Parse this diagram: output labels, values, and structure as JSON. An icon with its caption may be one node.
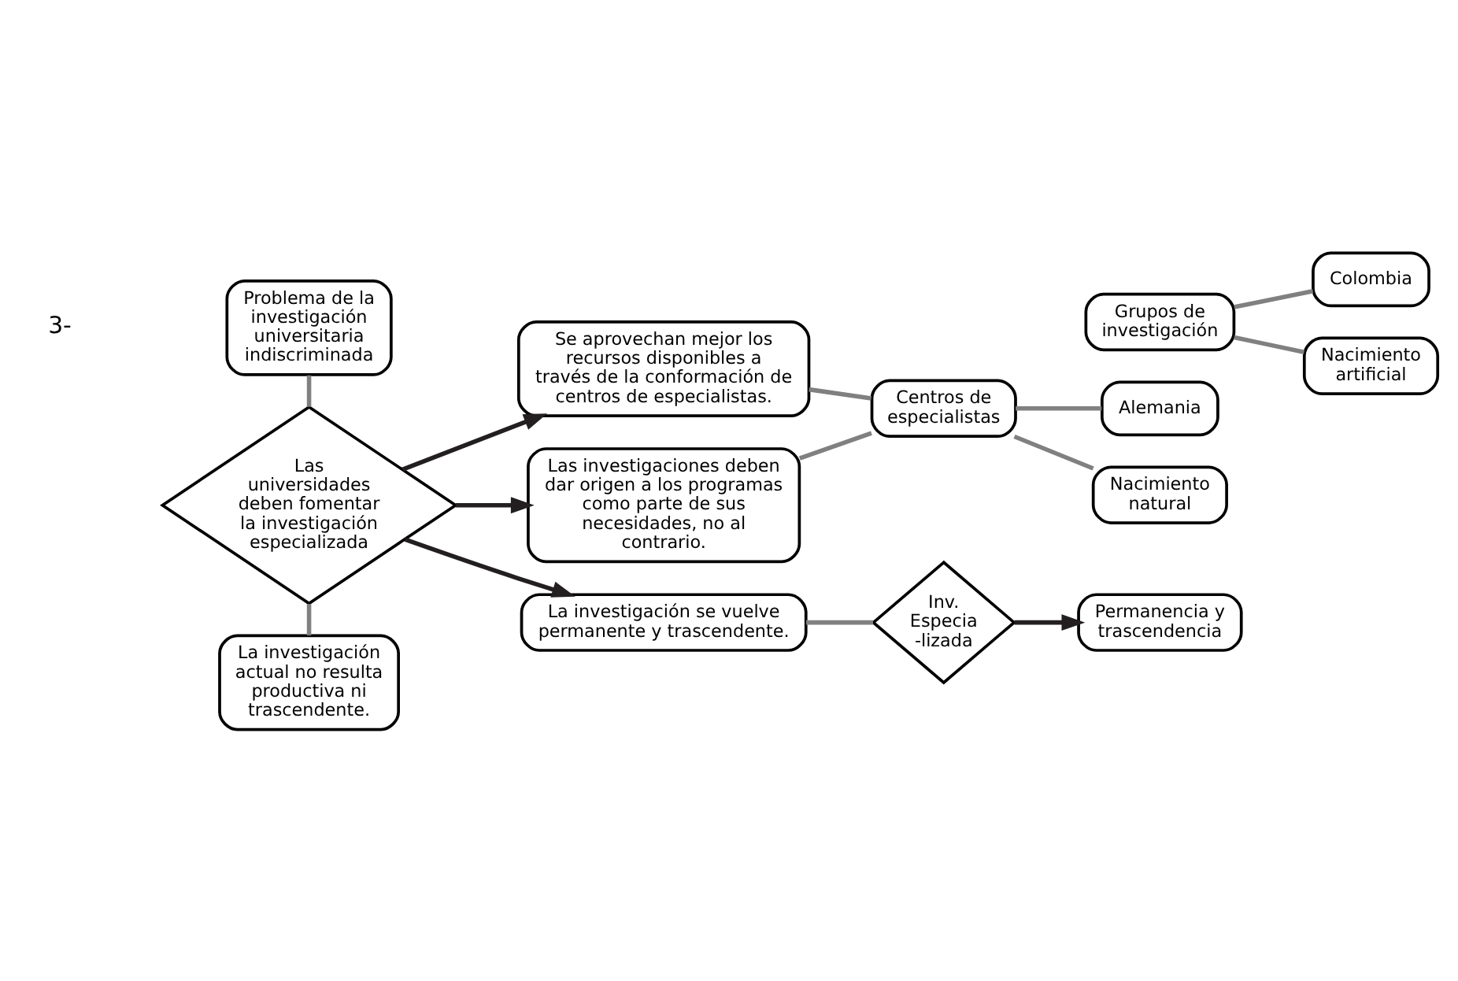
{
  "diagram": {
    "nodes": [
      {
        "text": [
          "Problema de la investigación universitaria indiscriminada"
        ]
      },
      {
        "text": [
          "Las universidades deben fomentar la investigación especializada"
        ]
      },
      {
        "text": [
          "La investigación actual no resulta productiva ni trascendente."
        ]
      },
      {
        "text": [
          "Se aprovechan mejor los recursos disponibles a través de la conformación de centros de especialistas."
        ]
      },
      {
        "text": [
          "Las investigaciones deben dar origen a los programas como parte de sus necesidades, no al contrario."
        ]
      },
      {
        "text": [
          "La investigación se vuelve permanente y trascendente."
        ]
      },
      {
        "text": [
          "Centros de especialistas"
        ]
      },
      {
        "text": [
          "Grupos de investigación"
        ]
      },
      {
        "text": [
          "Alemania"
        ]
      },
      {
        "text": [
          "Nacimiento natural"
        ]
      },
      {
        "text": [
          "Colombia"
        ]
      },
      {
        "text": [
          "Nacimiento artificial"
        ]
      },
      {
        "text": [
          "Inv. Especia -lizada"
        ]
      },
      {
        "text": [
          "Permanencia y trascendencia"
        ]
      }
    ],
    "edges": [
      {
        "from": 0,
        "to": 1,
        "arrow": "none"
      },
      {
        "from": 1,
        "to": 2,
        "arrow": "none"
      },
      {
        "from": 1,
        "to": 3,
        "arrow": "to",
        "color": "#231f20"
      },
      {
        "from": 1,
        "to": 4,
        "arrow": "to",
        "color": "#231f20"
      },
      {
        "from": 1,
        "to": 5,
        "arrow": "to",
        "color": "#231f20"
      },
      {
        "from": 3,
        "to": 6,
        "arrow": "none"
      },
      {
        "from": 4,
        "to": 6,
        "arrow": "none"
      },
      {
        "from": 6,
        "to": 8,
        "arrow": "none"
      },
      {
        "from": 6,
        "to": 9,
        "arrow": "none"
      },
      {
        "from": 7,
        "to": 10,
        "arrow": "none"
      },
      {
        "from": 7,
        "to": 11,
        "arrow": "none"
      },
      {
        "from": 5,
        "to": 12,
        "arrow": "none"
      },
      {
        "from": 12,
        "to": 13,
        "arrow": "to",
        "color": "#231f20"
      }
    ],
    "labels": [
      "3-"
    ]
  }
}
